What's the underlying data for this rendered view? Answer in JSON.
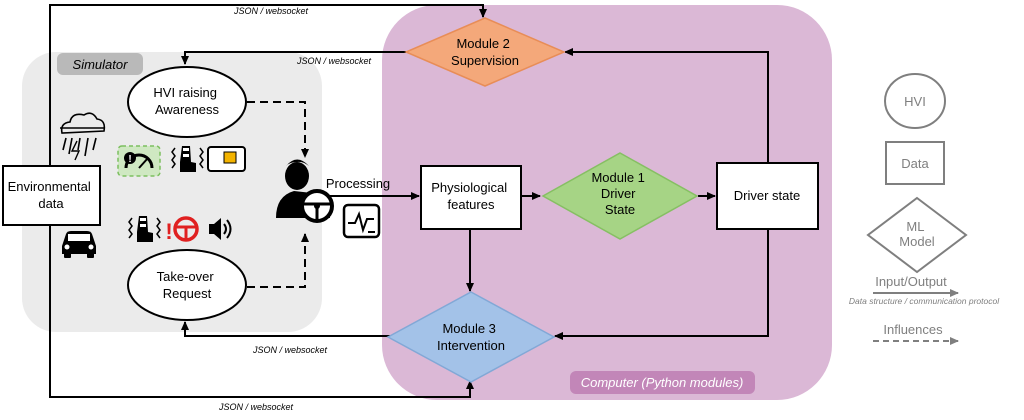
{
  "simulator": {
    "label": "Simulator",
    "hvi_raising": [
      "HVI raising",
      "Awareness"
    ],
    "takeover": [
      "Take-over",
      "Request"
    ]
  },
  "environmental": [
    "Environmental",
    "data"
  ],
  "processing": "Processing",
  "computer": {
    "label": "Computer (Python modules)"
  },
  "module2": [
    "Module 2",
    "Supervision"
  ],
  "module1": [
    "Module 1",
    "Driver",
    "State"
  ],
  "module3": [
    "Module 3",
    "Intervention"
  ],
  "physio": [
    "Physiological",
    "features"
  ],
  "driver_state": "Driver state",
  "protocol_labels": {
    "top": "JSON / websocket",
    "sup": "JSON / websocket",
    "int": "JSON / websocket",
    "bottom": "JSON / websocket"
  },
  "legend": {
    "hvi": "HVI",
    "data": "Data",
    "ml": [
      "ML",
      "Model"
    ],
    "io": "Input/Output",
    "io_sub": "Data structure / communication protocol",
    "influences": "Influences"
  },
  "icons": [
    "weather-icon",
    "car-icon",
    "gauge-warning-icon",
    "seat-vibration-icon",
    "tablet-icon",
    "steering-alert-icon",
    "speaker-icon",
    "driver-icon",
    "monitor-icon"
  ],
  "colors": {
    "simulator_bg": "#ebebeb",
    "computer_bg": "#dbb8d6",
    "module2": "#f4a87a",
    "module1": "#a6d485",
    "module3": "#a3c2e8",
    "legend_gray": "#7f7f7f"
  }
}
